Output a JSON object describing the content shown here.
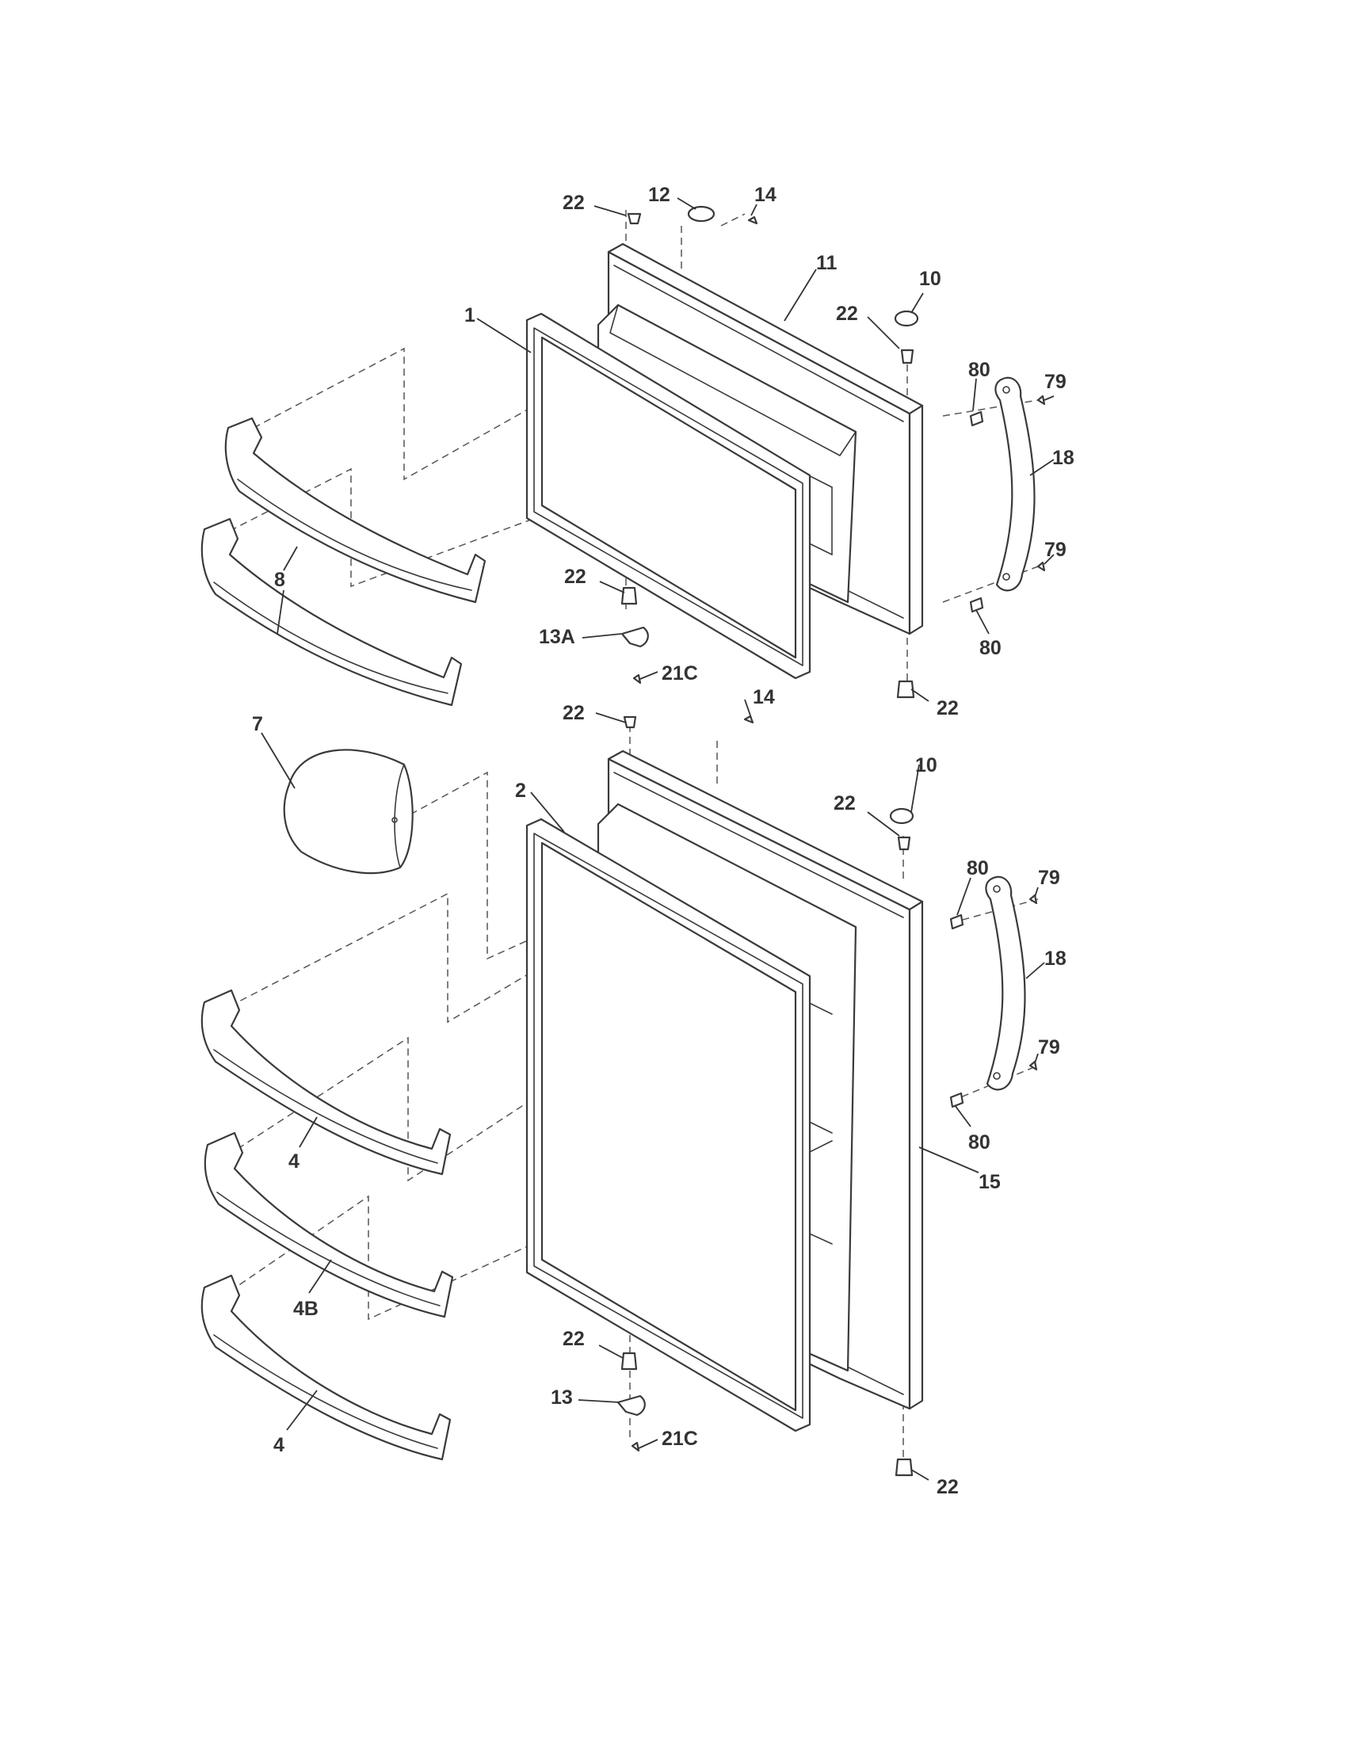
{
  "callouts": {
    "c1": "1",
    "c2": "2",
    "c4": "4",
    "c4b": "4B",
    "c7": "7",
    "c8": "8",
    "c10": "10",
    "c11": "11",
    "c12": "12",
    "c13": "13",
    "c13a": "13A",
    "c14": "14",
    "c15": "15",
    "c18": "18",
    "c21c": "21C",
    "c22": "22",
    "c79": "79",
    "c80": "80"
  }
}
